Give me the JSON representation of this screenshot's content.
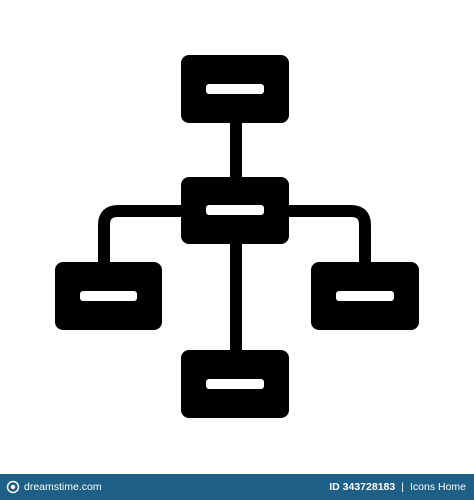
{
  "image": {
    "subject": "hierarchy-structure-icon",
    "icon_color": "#000000",
    "background_color": "#ffffff"
  },
  "footer": {
    "background_color": "#1d5f86",
    "text_color": "#ffffff",
    "brand": "dreamstime.com",
    "id_label": "ID 343728183",
    "author": "Icons Home"
  }
}
